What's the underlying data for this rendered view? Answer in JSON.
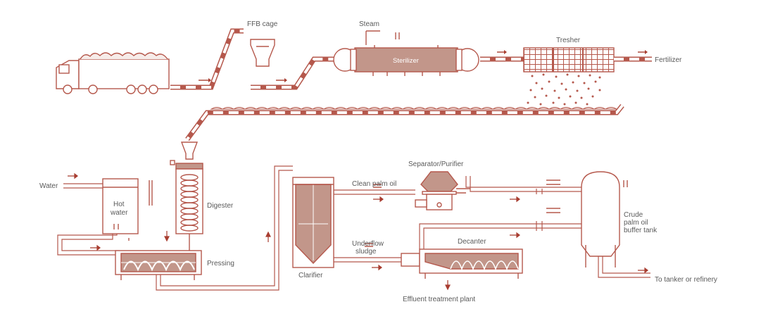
{
  "colors": {
    "line": "#b5584c",
    "dark": "#a83d30",
    "fill": "#c2968a",
    "light": "#f6ece9",
    "text": "#5a5a5a"
  },
  "labels": {
    "ffb_cage": "FFB cage",
    "steam": "Steam",
    "sterilizer": "Sterilizer",
    "tresher": "Tresher",
    "fertilizer": "Fertilizer",
    "water": "Water",
    "hot_water_1": "Hot",
    "hot_water_2": "water",
    "digester": "Digester",
    "pressing": "Pressing",
    "clarifier": "Clarifier",
    "clean_palm_oil": "Clean palm oil",
    "separator": "Separator/Purifier",
    "underflow_1": "Underflow",
    "underflow_2": "sludge",
    "decanter": "Decanter",
    "effluent": "Effluent treatment plant",
    "crude_1": "Crude",
    "crude_2": "palm oil",
    "crude_3": "buffer tank",
    "to_tanker": "To tanker or refinery"
  }
}
